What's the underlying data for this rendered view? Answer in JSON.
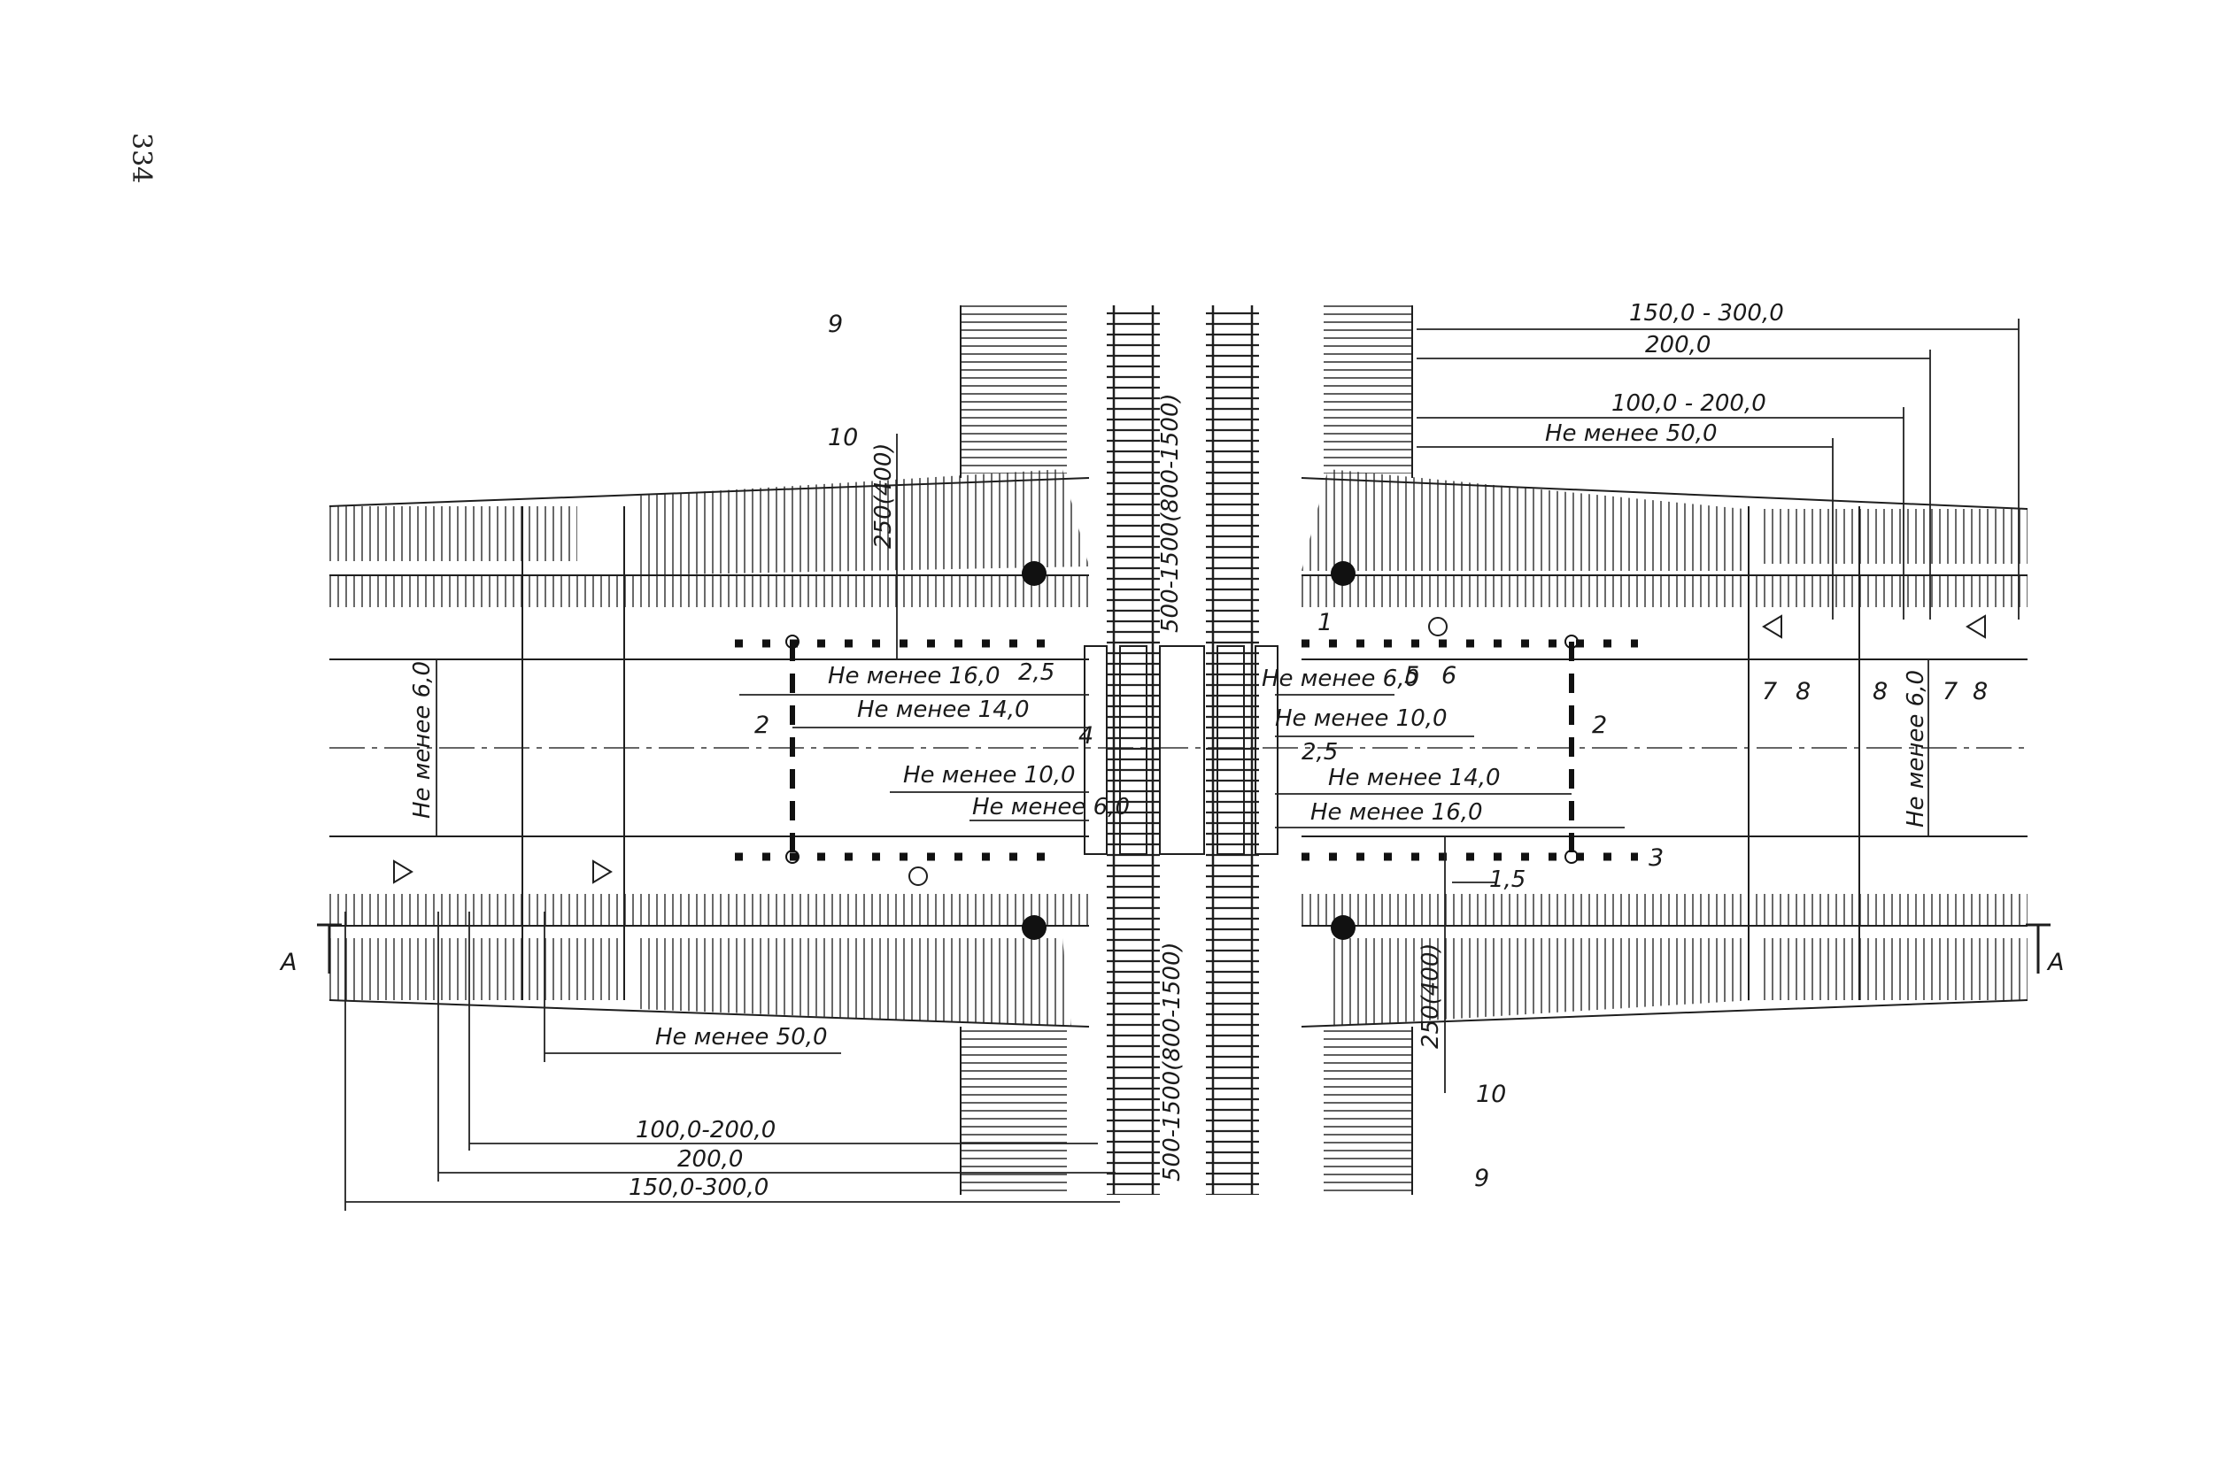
{
  "page_number": "334",
  "labels": {
    "callout_9_top": "9",
    "callout_9_bottom": "9",
    "callout_10_top": "10",
    "callout_10_bottom": "10",
    "callout_1": "1",
    "callout_2_left": "2",
    "callout_2_right": "2",
    "callout_3": "3",
    "callout_4": "4",
    "callout_5": "5",
    "callout_6": "6",
    "callout_7_a": "7",
    "callout_8_a": "8",
    "callout_8_b": "8",
    "callout_7_b": "7",
    "callout_8_c": "8",
    "section_left": "А",
    "section_right": "А"
  },
  "dimensions": {
    "top_150_300": "150,0 - 300,0",
    "top_200": "200,0",
    "top_100_200": "100,0 - 200,0",
    "top_min50": "Не менее 50,0",
    "bottom_150_300": "150,0-300,0",
    "bottom_200": "200,0",
    "bottom_100_200": "100,0-200,0",
    "bottom_min50": "Не менее 50,0",
    "left_min6": "Не менее 6,0",
    "right_min6": "Не менее 6,0",
    "left_min16": "Не менее 16,0",
    "left_min14": "Не менее 14,0",
    "left_min10": "Не менее 10,0",
    "left_min6_gate": "Не менее 6,0",
    "left_2_5": "2,5",
    "right_min6_gate": "Не менее 6,0",
    "right_min10": "Не менее 10,0",
    "right_2_5": "2,5",
    "right_min14": "Не менее 14,0",
    "right_min16": "Не менее 16,0",
    "right_1_5": "1,5",
    "vert_top_250": "250(400)",
    "vert_bottom_250": "250(400)",
    "vert_top_500": "500-1500(800-1500)",
    "vert_bottom_500": "500-1500(800-1500)"
  },
  "colors": {
    "ink": "#1e1e1e",
    "paper": "#ffffff"
  }
}
